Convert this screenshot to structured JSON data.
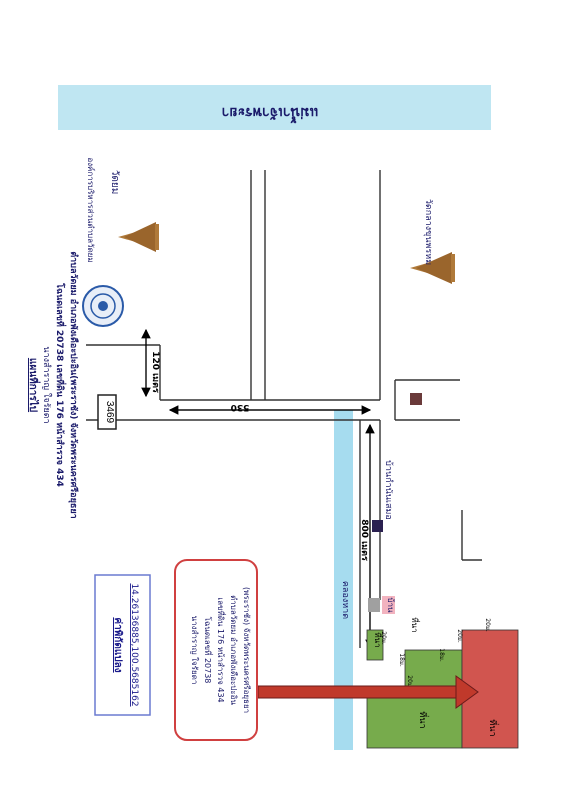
{
  "title": "แผนที่การไป",
  "subtitle_lines": [
    "นางสำราญ  ใจรัยดา",
    "โฉนดเลขที่ 20738 เลขที่ดิน 176 หน้าสำรวจ 434",
    "ตำบลวัดยม อำเภอพังเดือะปะอิน(พระราชัง)  จังหวัดพระนครศรีอยุธยา"
  ],
  "river_label": "แม่น้ำเจ้าพระยา",
  "canal_label": "คลองหาด",
  "road_number": "3469",
  "distances": {
    "to_temple": "120 เมตร",
    "main_road": "530",
    "side_road": "800 เมตร"
  },
  "places": {
    "temple_top": "วัดยม",
    "office": "องค์การบริหารส่วนตำบลวัดยม",
    "temple_bottom": "วัดกลางขุนพรหม",
    "village_head": "บ้านกำนันเสมอ",
    "house": "บ้าน"
  },
  "plot_labels": [
    "ที่นา",
    "ที่นา",
    "ที่นา",
    "ที่นา"
  ],
  "plot_dims": [
    "20ม.",
    "18ม.",
    "20ม.",
    "18ม.",
    "20ม.",
    "20ม."
  ],
  "callout_lines": [
    "นางสำราญ  ใจรัยดา",
    "โฉนดเลขที่ 20738",
    "เลขที่ดิน 176 หน้าสำรวจ 434",
    "ตำบลวัดยม อำเภอพังเดือะปะอิน",
    "(พระราชัง) จังหวัดพระนครศรีอยุธยา"
  ],
  "coords_box": {
    "heading": "ค่าพิกัดแปลง",
    "value": "14.26136885,100.5685162"
  },
  "colors": {
    "river": "#bfe6f2",
    "canal": "#a6dcef",
    "plot_green": "#77ab4c",
    "plot_red": "#d1554f",
    "callout_border": "#d04040",
    "house_pink": "#f2b3bf",
    "building_brown": "#6a3a3a",
    "building_purple": "#2a2050",
    "seal_blue": "#2a5aa8",
    "temple_gold": "#b07a3a"
  },
  "icons": [
    "temple-icon",
    "seal-icon",
    "arrow-icon"
  ]
}
